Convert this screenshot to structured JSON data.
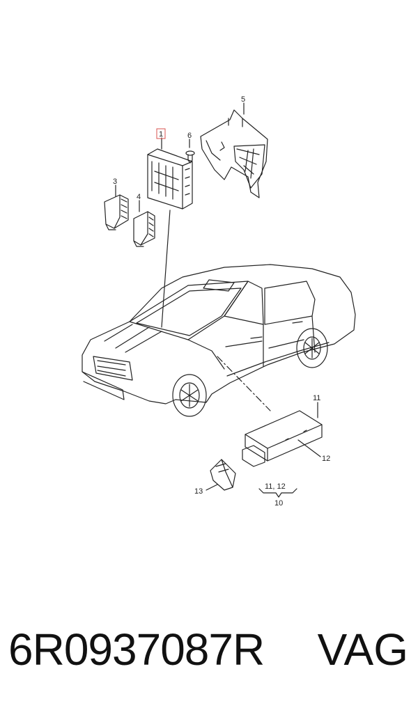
{
  "diagram": {
    "callouts": {
      "c1": "1",
      "c3": "3",
      "c4": "4",
      "c5": "5",
      "c6": "6",
      "c11": "11",
      "c12": "12",
      "c13": "13",
      "c10_group": "11, 12",
      "c10": "10"
    }
  },
  "footer": {
    "part_number": "6R0937087R",
    "brand": "VAG"
  }
}
